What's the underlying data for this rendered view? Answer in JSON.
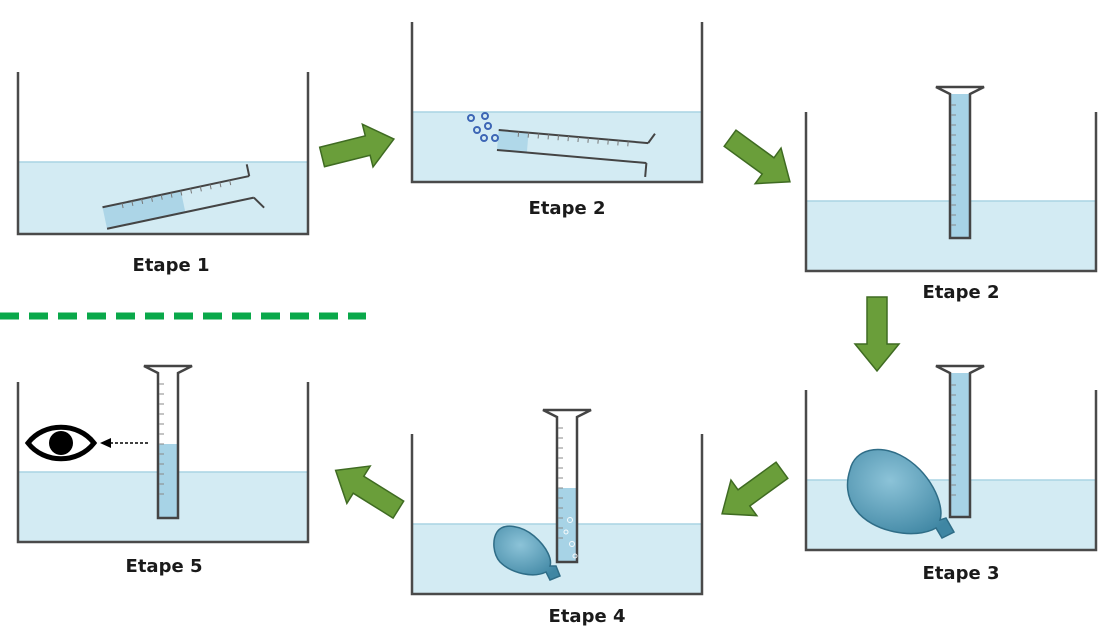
{
  "labels": {
    "step1": "Etape 1",
    "step2a": "Etape 2",
    "step2b": "Etape 2",
    "step3": "Etape 3",
    "step4": "Etape 4",
    "step5": "Etape 5"
  },
  "colors": {
    "water": "#d3ebf3",
    "water_surface": "#a9d4e3",
    "container": "#4a4a4a",
    "arrow_fill": "#6a9e3a",
    "arrow_stroke": "#3f6b22",
    "divider": "#0aa84a",
    "balloon": "#5aa2bd",
    "tube_water": "#a7d3e6",
    "bubble": "#3d66b5"
  },
  "icons": {
    "flow_arrow": "arrow-icon",
    "observer": "eye-icon",
    "balloon": "balloon-icon",
    "tube": "graduated-cylinder-icon"
  }
}
